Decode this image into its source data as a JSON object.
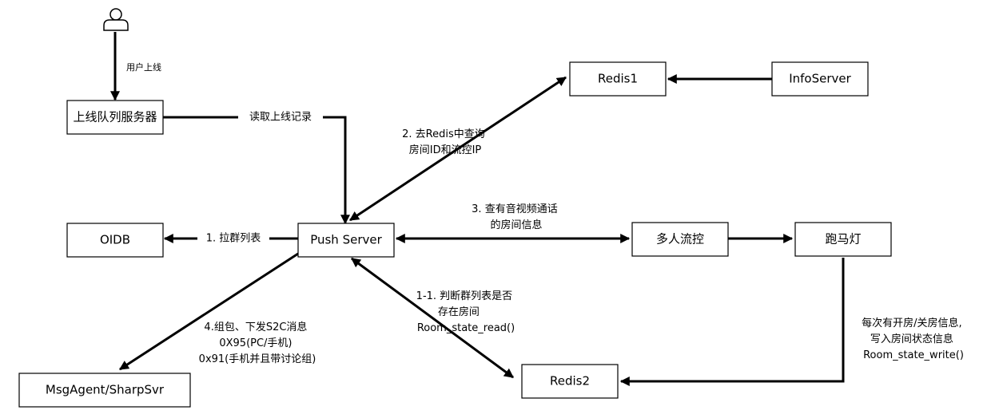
{
  "nodes": {
    "user": {
      "label": "",
      "icon": "user-icon"
    },
    "online_queue": {
      "label": "上线队列服务器"
    },
    "push_server": {
      "label": "Push Server"
    },
    "oidb": {
      "label": "OIDB"
    },
    "msgagent": {
      "label": "MsgAgent/SharpSvr"
    },
    "redis1": {
      "label": "Redis1"
    },
    "infoserver": {
      "label": "InfoServer"
    },
    "multi_flow": {
      "label": "多人流控"
    },
    "marquee": {
      "label": "跑马灯"
    },
    "redis2": {
      "label": "Redis2"
    }
  },
  "edges": {
    "user_online": {
      "label": "用户上线"
    },
    "read_online_record": {
      "label": "读取上线记录"
    },
    "pull_group_list": {
      "label": "1. 拉群列表"
    },
    "query_redis": {
      "lines": [
        "2. 去Redis中查询",
        "房间ID和流控IP"
      ]
    },
    "query_av_room": {
      "lines": [
        "3. 查有音视频通话",
        "的房间信息"
      ]
    },
    "judge_room": {
      "lines": [
        "1-1. 判断群列表是否",
        "存在房间",
        "Room_state_read()"
      ]
    },
    "send_s2c": {
      "lines": [
        "4.组包、下发S2C消息",
        "0X95(PC/手机)",
        "0x91(手机并且带讨论组)"
      ]
    },
    "write_room_state": {
      "lines": [
        "每次有开房/关房信息,",
        "写入房间状态信息",
        "Room_state_write()"
      ]
    }
  },
  "colors": {
    "stroke": "#000000",
    "fill": "#ffffff"
  }
}
